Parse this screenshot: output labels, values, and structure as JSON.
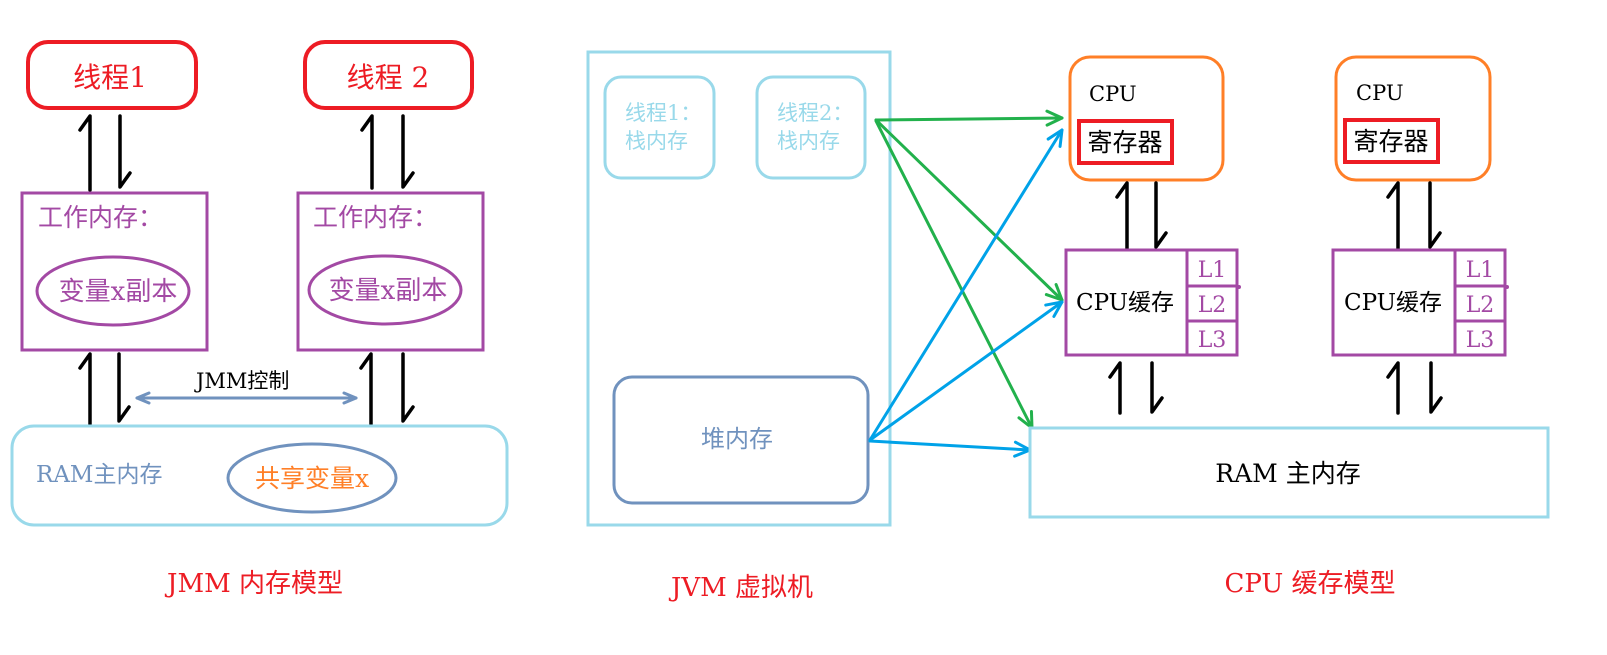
{
  "jmm": {
    "caption": "JMM 内存模型",
    "threads": [
      {
        "label": "线程1"
      },
      {
        "label": "线程 2"
      }
    ],
    "working_memory": [
      {
        "title": "工作内存：",
        "copy": "变量x副本"
      },
      {
        "title": "工作内存：",
        "copy": "变量x副本"
      }
    ],
    "control_label": "JMM控制",
    "main_memory": {
      "label": "RAM主内存",
      "shared_var": "共享变量x"
    }
  },
  "jvm": {
    "caption": "JVM 虚拟机",
    "stacks": [
      {
        "title": "线程1：",
        "label": "栈内存"
      },
      {
        "title": "线程2：",
        "label": "栈内存"
      }
    ],
    "heap": "堆内存"
  },
  "cpu_model": {
    "caption": "CPU 缓存模型",
    "cpus": [
      {
        "label": "CPU",
        "register": "寄存器",
        "cache": "CPU缓存",
        "levels": [
          "L1",
          "L2",
          "L3"
        ]
      },
      {
        "label": "CPU",
        "register": "寄存器",
        "cache": "CPU缓存",
        "levels": [
          "L1",
          "L2",
          "L3"
        ]
      }
    ],
    "main_memory": "RAM 主内存"
  },
  "colors": {
    "red": "#ED1C24",
    "purple": "#A349A4",
    "light_blue": "#99D9EA",
    "slate_blue": "#7092BE",
    "orange": "#FF7F27",
    "green": "#22B14C",
    "blue": "#00A2E8",
    "ink": "#000000"
  }
}
